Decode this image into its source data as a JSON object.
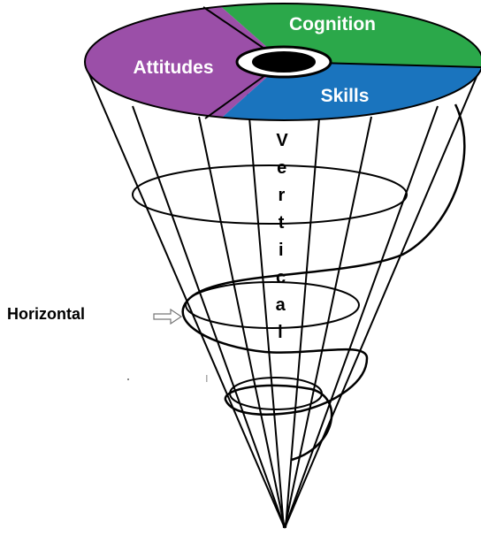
{
  "segments": [
    {
      "label": "Cognition",
      "color": "#2ba84a"
    },
    {
      "label": "Attitudes",
      "color": "#9b4fa8"
    },
    {
      "label": "Skills",
      "color": "#1a74be"
    }
  ],
  "vertical_letters": [
    "V",
    "e",
    "r",
    "t",
    "i",
    "c",
    "a",
    "l"
  ],
  "horizontal_label": "Horizontal",
  "colors": {
    "outline": "#000000",
    "background": "#ffffff"
  }
}
